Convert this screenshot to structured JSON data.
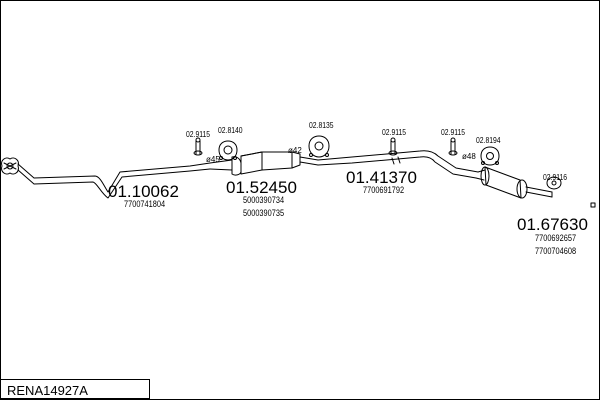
{
  "assembly": {
    "reference": "RENA14927A"
  },
  "sections": [
    {
      "part_no": "01.10062",
      "oem": [
        "7700741804"
      ]
    },
    {
      "part_no": "01.52450",
      "oem": [
        "5000390734",
        "5000390735"
      ]
    },
    {
      "part_no": "01.41370",
      "oem": [
        "7700691792"
      ]
    },
    {
      "part_no": "01.67630",
      "oem": [
        "7700692657",
        "7700704608"
      ]
    }
  ],
  "fittings": [
    {
      "part_no": "02.9115"
    },
    {
      "part_no": "02.8140"
    },
    {
      "part_no": "02.8135"
    },
    {
      "part_no": "02.9115"
    },
    {
      "part_no": "02.9115"
    },
    {
      "part_no": "02.8194"
    },
    {
      "part_no": "02.9116"
    }
  ],
  "pipe_diameters": [
    {
      "label": "ø45"
    },
    {
      "label": "ø42"
    },
    {
      "label": "ø48"
    }
  ],
  "colors": {
    "line": "#000000",
    "background": "#ffffff"
  }
}
